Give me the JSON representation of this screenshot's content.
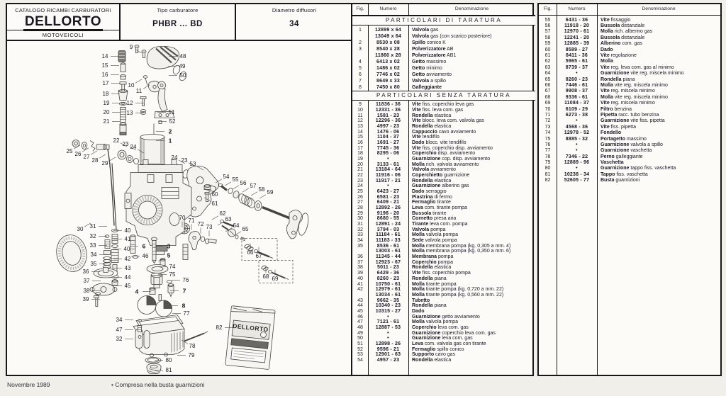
{
  "header": {
    "catalog_line": "CATALOGO RICAMBI CARBURATORI",
    "brand": "DELLORTO",
    "division": "MOTOVEICOLI",
    "tipo_label": "Tipo carburatore",
    "tipo_value": "PHBR ... BD",
    "diametro_label": "Diametro diffusori",
    "diametro_value": "34"
  },
  "table_headers": {
    "fig": "Fig.",
    "numero": "Numero",
    "denominazione": "Denominazione"
  },
  "parts_table_left": {
    "sections": [
      {
        "title": "PARTICOLARI DI TARATURA",
        "rows": [
          [
            "1",
            "12899 x 64",
            "Valvola",
            "gas"
          ],
          [
            "",
            "13049 x 64",
            "Valvola",
            "gas (con scarico posteriore)"
          ],
          [
            "2",
            "8530 x 08",
            "Spillo",
            "conico K"
          ],
          [
            "3",
            "8540 x 28",
            "Polverizzatore",
            "AB"
          ],
          [
            "",
            "11860 x 28",
            "Polverizzatore",
            "AB1"
          ],
          [
            "4",
            "6413 x 02",
            "Getto",
            "massimo"
          ],
          [
            "5",
            "1486 x 02",
            "Getto",
            "minimo"
          ],
          [
            "6",
            "7746 x 02",
            "Getto",
            "avviamento"
          ],
          [
            "7",
            "8649 x 33",
            "Valvola",
            "a spillo"
          ],
          [
            "8",
            "7450 x 80",
            "Galleggiante",
            ""
          ]
        ]
      },
      {
        "title": "PARTICOLARI SENZA TARATURA",
        "rows": [
          [
            "9",
            "11836 - 36",
            "Vite",
            "fiss. coperchio leva gas"
          ],
          [
            "10",
            "12331 - 36",
            "Vite",
            "fiss. leva com. gas"
          ],
          [
            "11",
            "1581 - 23",
            "Rondella",
            "elastica"
          ],
          [
            "12",
            "12296 - 36",
            "Vite",
            "blocc. leva com. valvola gas"
          ],
          [
            "13",
            "4997 - 23",
            "Rondella",
            "elastica"
          ],
          [
            "14",
            "1476 - 06",
            "Cappuccio",
            "cavo avviamento"
          ],
          [
            "15",
            "1104 - 37",
            "Vite",
            "tendifilo"
          ],
          [
            "16",
            "1691 - 27",
            "Dado",
            "blocc. vite tendifilo"
          ],
          [
            "17",
            "7745 - 36",
            "Vite",
            "fiss. coperchio disp. avviamento"
          ],
          [
            "18",
            "8295 - 06",
            "Coperchio",
            "disp. avviamento"
          ],
          [
            "19",
            "•",
            "Guarnizione",
            "cop. disp. avviamento"
          ],
          [
            "20",
            "3133 - 61",
            "Molla",
            "rich. valvola avviamento"
          ],
          [
            "21",
            "13184 - 64",
            "Valvola",
            "avviamento"
          ],
          [
            "22",
            "11916 - 06",
            "Coperchietto",
            "guarnizione"
          ],
          [
            "23",
            "11917 - 21",
            "Rondella",
            "elastica"
          ],
          [
            "24",
            "•",
            "Guarnizione",
            "alberino gas"
          ],
          [
            "25",
            "6423 - 27",
            "Dado",
            "serraggio"
          ],
          [
            "26",
            "6581 - 23",
            "Piastrina",
            "di fermo"
          ],
          [
            "27",
            "6409 - 21",
            "Fermaglio",
            "tirante"
          ],
          [
            "28",
            "12892 - 26",
            "Leva",
            "com. tirante pompa"
          ],
          [
            "29",
            "9196 - 20",
            "Bussola",
            "tirante"
          ],
          [
            "30",
            "8680 - 55",
            "Cornetto",
            "presa aria"
          ],
          [
            "31",
            "12891 - 24",
            "Tirante",
            "leva com. pompa"
          ],
          [
            "32",
            "3794 - 03",
            "Valvola",
            "pompa"
          ],
          [
            "33",
            "11184 - 61",
            "Molla",
            "valvola pompa"
          ],
          [
            "34",
            "11183 - 33",
            "Sede",
            "valvola pompa"
          ],
          [
            "35",
            "8536 - 61",
            "Molla",
            "membrana pompa (kg. 0,305 a mm. 4)"
          ],
          [
            "",
            "13003 - 61",
            "Molla",
            "membrana pompa (kg. 0,350 a mm. 6)"
          ],
          [
            "36",
            "11345 - 44",
            "Membrana",
            "pompa"
          ],
          [
            "37",
            "12923 - 67",
            "Coperchio",
            "pompa"
          ],
          [
            "38",
            "5011 - 23",
            "Rondella",
            "elastica"
          ],
          [
            "39",
            "6429 - 36",
            "Vite",
            "fiss. coperchio pompa"
          ],
          [
            "40",
            "8260 - 23",
            "Rondella",
            "piana"
          ],
          [
            "41",
            "10750 - 61",
            "Molla",
            "tirante pompa"
          ],
          [
            "42",
            "12979 - 61",
            "Molla",
            "tirante pompa (kg. 0,720 a mm. 22)"
          ],
          [
            "",
            "13034 - 61",
            "Molla",
            "tirante pompa (kg. 0,560 a mm. 22)"
          ],
          [
            "43",
            "9662 - 35",
            "Tubetto",
            ""
          ],
          [
            "44",
            "10340 - 23",
            "Rondella",
            "piana"
          ],
          [
            "45",
            "10315 - 27",
            "Dado",
            ""
          ],
          [
            "46",
            "•",
            "Guarnizione",
            "getto avviamento"
          ],
          [
            "47",
            "7121 - 61",
            "Molla",
            "valvola pompa"
          ],
          [
            "48",
            "12887 - 53",
            "Coperchio",
            "leva com. gas"
          ],
          [
            "49",
            "•",
            "Guarnizione",
            "coperchio leva com. gas"
          ],
          [
            "50",
            "•",
            "Guarnizione",
            "leva com. gas"
          ],
          [
            "51",
            "12898 - 26",
            "Leva",
            "com. valvola gas con tirante"
          ],
          [
            "52",
            "9596 - 21",
            "Fermaglio",
            "spillo conico"
          ],
          [
            "53",
            "12901 - 63",
            "Supporto",
            "cavo gas"
          ],
          [
            "54",
            "4957 - 23",
            "Rondella",
            "elastica"
          ]
        ]
      }
    ]
  },
  "parts_table_right": {
    "rows": [
      [
        "55",
        "6431 - 36",
        "Vite",
        "fissaggio"
      ],
      [
        "56",
        "11918 - 20",
        "Bussola",
        "distanziale"
      ],
      [
        "57",
        "12970 - 61",
        "Molla",
        "rich. alberino gas"
      ],
      [
        "58",
        "12241 - 20",
        "Bussola",
        "distanziale"
      ],
      [
        "59",
        "12885 - 39",
        "Alberino",
        "com. gas"
      ],
      [
        "60",
        "8589 - 27",
        "Dado",
        ""
      ],
      [
        "61",
        "8411 - 36",
        "Vite",
        "regolazione"
      ],
      [
        "62",
        "5965 - 61",
        "Molla",
        ""
      ],
      [
        "63",
        "8739 - 37",
        "Vite",
        "reg. leva com. gas al minimo"
      ],
      [
        "64",
        "•",
        "Guarnizione",
        "vite reg. miscela minimo"
      ],
      [
        "65",
        "8260 - 23",
        "Rondella",
        "piana"
      ],
      [
        "66",
        "7446 - 61",
        "Molla",
        "vite reg. miscela minimo"
      ],
      [
        "67",
        "9908 - 37",
        "Vite",
        "reg. miscela minimo"
      ],
      [
        "68",
        "9336 - 61",
        "Molla",
        "vite reg. miscela minimo"
      ],
      [
        "69",
        "11084 - 37",
        "Vite",
        "reg. miscela minimo"
      ],
      [
        "70",
        "6109 - 29",
        "Filtro",
        "benzina"
      ],
      [
        "71",
        "6273 - 38",
        "Pipetta",
        "racc. tubo benzina"
      ],
      [
        "72",
        "•",
        "Guarnizione",
        "vite fiss. pipetta"
      ],
      [
        "73",
        "4568 - 36",
        "Vite",
        "fiss. pipetta"
      ],
      [
        "74",
        "12978 - 52",
        "Fondello",
        ""
      ],
      [
        "75",
        "8885 - 32",
        "Portagetto",
        "massimo"
      ],
      [
        "76",
        "•",
        "Guarnizione",
        "valvola a spillo"
      ],
      [
        "77",
        "•",
        "Guarnizione",
        "vaschetta"
      ],
      [
        "78",
        "7346 - 22",
        "Perno",
        "galleggiante"
      ],
      [
        "79",
        "12889 - 96",
        "Vaschetta",
        ""
      ],
      [
        "80",
        "•",
        "Guarnizione",
        "tappo fiss. vaschetta"
      ],
      [
        "81",
        "10238 - 34",
        "Tappo",
        "fiss. vaschetta"
      ],
      [
        "82",
        "52605 - 77",
        "Busta",
        "guarnizioni"
      ]
    ]
  },
  "diagram": {
    "bag_label": "DELLORTO",
    "callouts": [
      [
        "9",
        173,
        10,
        "dr"
      ],
      [
        "14",
        136,
        23,
        "r"
      ],
      [
        "48",
        246,
        23,
        "l"
      ],
      [
        "15",
        136,
        36,
        "r"
      ],
      [
        "49",
        245,
        37,
        "l"
      ],
      [
        "16",
        136,
        49,
        "r"
      ],
      [
        "50",
        246,
        50,
        "l"
      ],
      [
        "17",
        137,
        61,
        "r"
      ],
      [
        "10",
        173,
        64,
        "ur"
      ],
      [
        "11",
        184,
        72,
        "ur"
      ],
      [
        "18",
        137,
        76,
        "r"
      ],
      [
        "19",
        138,
        89,
        "r"
      ],
      [
        "12",
        171,
        89,
        "r"
      ],
      [
        "20",
        138,
        102,
        "r"
      ],
      [
        "13",
        171,
        103,
        "r"
      ],
      [
        "51",
        230,
        102,
        "l"
      ],
      [
        "21",
        138,
        115,
        "r"
      ],
      [
        "52",
        231,
        115,
        "l"
      ],
      [
        "2",
        228,
        129,
        "l"
      ],
      [
        "1",
        228,
        142,
        "l"
      ],
      [
        "22",
        152,
        142,
        "dr"
      ],
      [
        "23",
        165,
        147,
        "dr"
      ],
      [
        "24",
        176,
        151,
        "dr"
      ],
      [
        "25",
        86,
        157,
        "ur"
      ],
      [
        "26",
        98,
        161,
        "ur"
      ],
      [
        "27",
        110,
        165,
        "ur"
      ],
      [
        "28",
        122,
        170,
        "ur"
      ],
      [
        "29",
        136,
        174,
        "ur"
      ],
      [
        "24",
        234,
        166,
        "dr"
      ],
      [
        "23",
        248,
        170,
        "dr"
      ],
      [
        "53",
        260,
        175,
        "dr"
      ],
      [
        "54",
        307,
        193,
        "dl"
      ],
      [
        "55",
        320,
        197,
        "dl"
      ],
      [
        "56",
        331,
        202,
        "dl"
      ],
      [
        "57",
        345,
        206,
        "dl"
      ],
      [
        "58",
        357,
        211,
        "dl"
      ],
      [
        "59",
        369,
        215,
        "dl"
      ],
      [
        "60",
        291,
        218,
        "ul"
      ],
      [
        "61",
        291,
        231,
        "ul"
      ],
      [
        "30",
        101,
        267,
        "ur"
      ],
      [
        "31",
        119,
        263,
        "r"
      ],
      [
        "32",
        119,
        277,
        "r"
      ],
      [
        "33",
        119,
        290,
        "r"
      ],
      [
        "34",
        120,
        303,
        "r"
      ],
      [
        "35",
        120,
        316,
        "r"
      ],
      [
        "36",
        109,
        327,
        "r"
      ],
      [
        "37",
        110,
        340,
        "r"
      ],
      [
        "38",
        110,
        354,
        "r"
      ],
      [
        "39",
        109,
        366,
        "r"
      ],
      [
        "40",
        168,
        269,
        "l"
      ],
      [
        "41",
        168,
        281,
        "l"
      ],
      [
        "40",
        167,
        295,
        "l"
      ],
      [
        "42",
        168,
        309,
        "l"
      ],
      [
        "43",
        168,
        322,
        "l"
      ],
      [
        "44",
        168,
        335,
        "l"
      ],
      [
        "45",
        168,
        347,
        "l"
      ],
      [
        "6",
        191,
        291,
        "l"
      ],
      [
        "3",
        226,
        291,
        "l"
      ],
      [
        "46",
        193,
        305,
        "l"
      ],
      [
        "5",
        226,
        304,
        "dl"
      ],
      [
        "70",
        245,
        251,
        "d"
      ],
      [
        "71",
        258,
        255,
        "d"
      ],
      [
        "72",
        271,
        260,
        "d"
      ],
      [
        "73",
        283,
        264,
        "d"
      ],
      [
        "62",
        302,
        245,
        "dl"
      ],
      [
        "63",
        310,
        253,
        "dl"
      ],
      [
        "64",
        321,
        262,
        "dl"
      ],
      [
        "65",
        334,
        267,
        "dl"
      ],
      [
        "66",
        341,
        300,
        "u"
      ],
      [
        "67",
        353,
        305,
        "u"
      ],
      [
        "68",
        363,
        334,
        "u"
      ],
      [
        "69",
        376,
        337,
        "u"
      ],
      [
        "74",
        231,
        320,
        "l"
      ],
      [
        "75",
        231,
        331,
        "l"
      ],
      [
        "4",
        181,
        355,
        "r"
      ],
      [
        "76",
        250,
        339,
        "l"
      ],
      [
        "7",
        248,
        354,
        "l"
      ],
      [
        "8",
        247,
        375,
        "l"
      ],
      [
        "77",
        251,
        386,
        "l"
      ],
      [
        "34",
        156,
        395,
        "r"
      ],
      [
        "47",
        156,
        409,
        "r"
      ],
      [
        "32",
        156,
        422,
        "r"
      ],
      [
        "78",
        259,
        432,
        "ul"
      ],
      [
        "79",
        258,
        445,
        "l"
      ],
      [
        "80",
        226,
        452,
        "l"
      ],
      [
        "81",
        226,
        466,
        "l"
      ],
      [
        "82",
        297,
        406,
        "r"
      ]
    ]
  },
  "footer": {
    "date": "Novembre 1989",
    "note": "• Compresa nella busta guarnizioni"
  }
}
